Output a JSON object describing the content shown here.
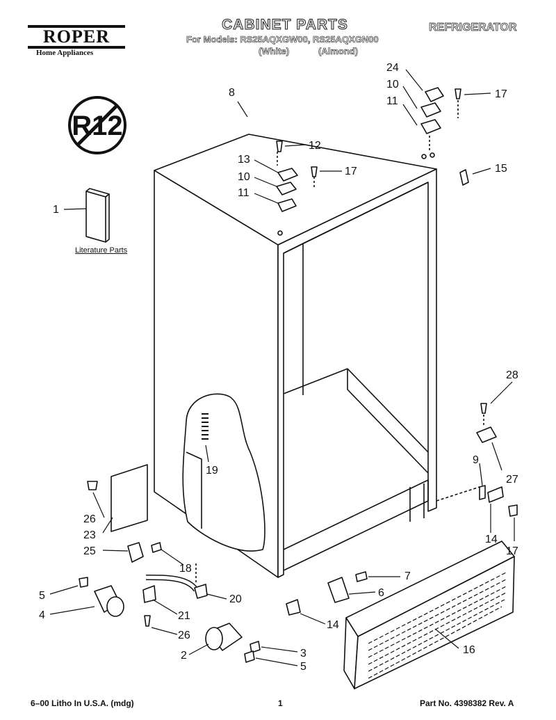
{
  "header": {
    "brand": "ROPER",
    "brand_sub": "Home Appliances",
    "title": "CABINET PARTS",
    "models": "For Models: RS25AQXGW00, RS25AQXGN00",
    "variant_white": "(White)",
    "variant_almond": "(Almond)",
    "product": "REFRIGERATOR",
    "r12_label": "R12"
  },
  "literature_label": "Literature Parts",
  "footer": {
    "left": "6–00 Litho In U.S.A. (mdg)",
    "center": "1",
    "right": "Part No. 4398382 Rev. A"
  },
  "callouts": [
    "24",
    "10",
    "11",
    "17",
    "8",
    "12",
    "13",
    "10",
    "17",
    "11",
    "15",
    "1",
    "28",
    "9",
    "27",
    "19",
    "26",
    "23",
    "14",
    "17",
    "25",
    "18",
    "7",
    "6",
    "5",
    "20",
    "4",
    "21",
    "14",
    "26",
    "16",
    "3",
    "2",
    "5"
  ]
}
